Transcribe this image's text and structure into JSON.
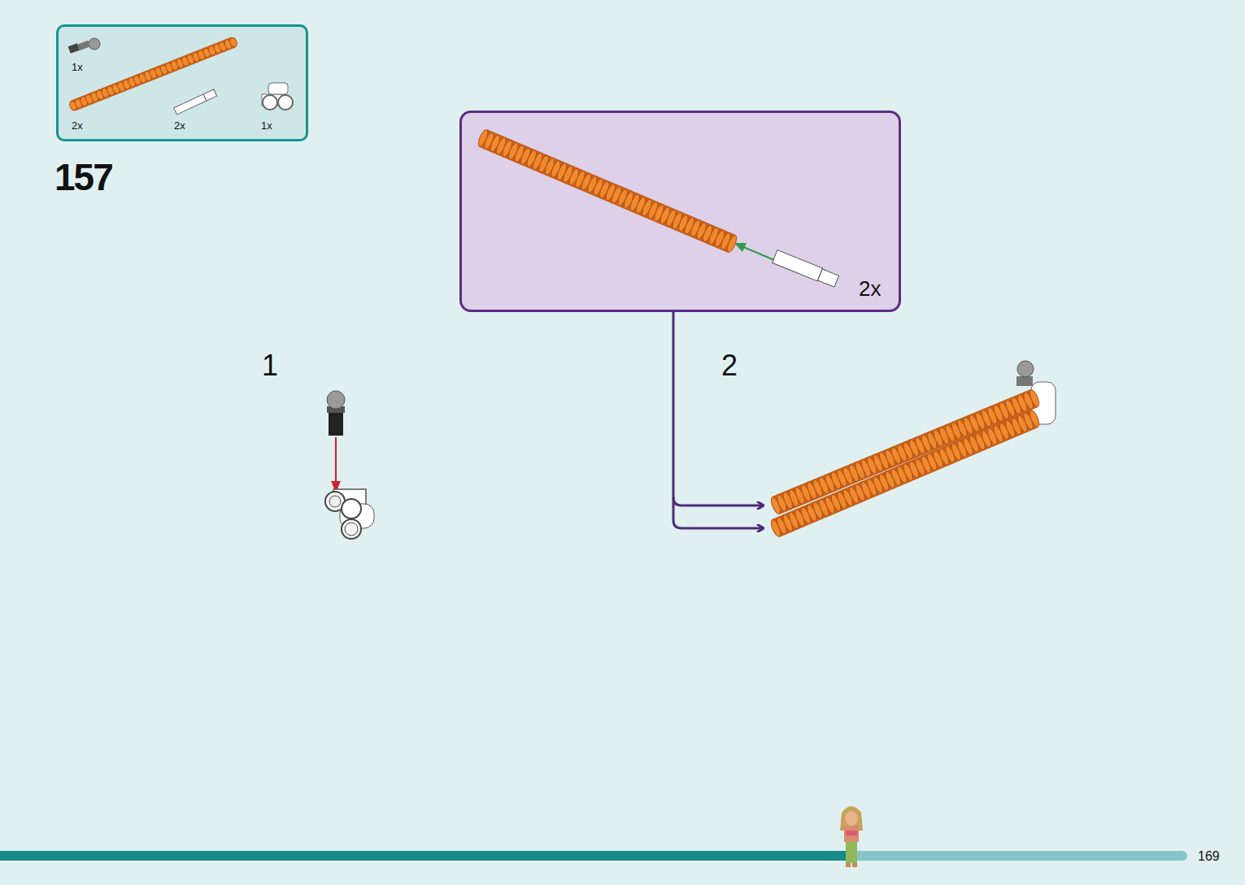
{
  "diagram": {
    "nodes": [
      {
        "text": [
          "1x",
          "2x",
          "2x",
          "1x"
        ]
      },
      {
        "text": [
          "2x"
        ]
      }
    ],
    "labels": [
      "157",
      "1",
      "2",
      "169"
    ]
  }
}
